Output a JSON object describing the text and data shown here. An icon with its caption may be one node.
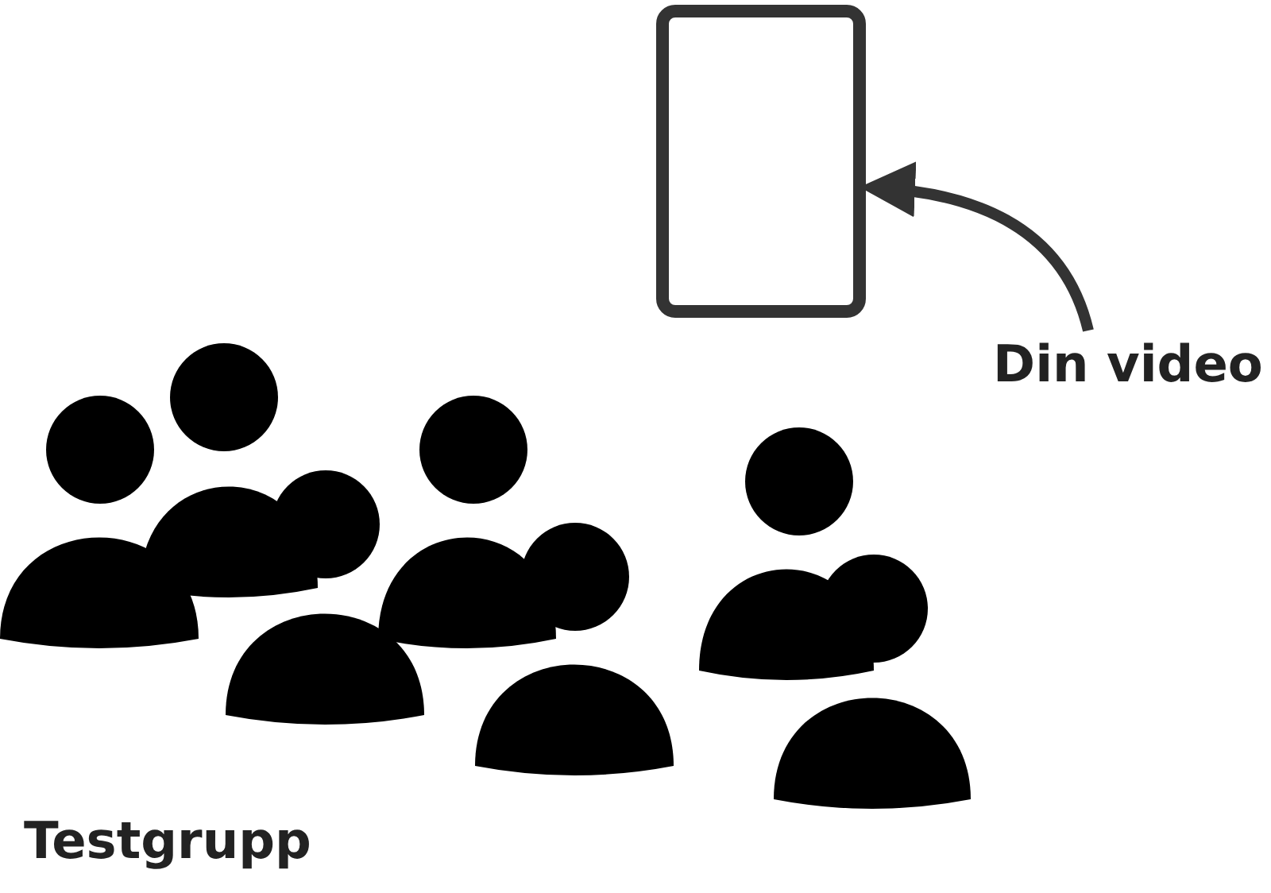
{
  "diagram": {
    "nodes": [
      {
        "text": [],
        "shape": "box"
      },
      {
        "text": [
          "Din video"
        ]
      }
    ],
    "edges": [
      {
        "from": 1,
        "to": 0,
        "arrow": "to"
      }
    ],
    "labels": [
      "Testgrupp"
    ]
  }
}
